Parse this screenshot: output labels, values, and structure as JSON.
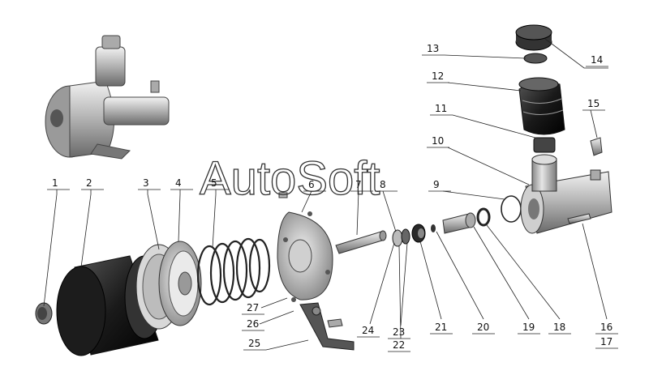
{
  "watermark": "AutoSoft",
  "callouts": [
    "1",
    "2",
    "3",
    "4",
    "5",
    "6",
    "7",
    "8",
    "9",
    "10",
    "11",
    "12",
    "13",
    "14",
    "15",
    "16",
    "17",
    "18",
    "19",
    "20",
    "21",
    "22",
    "23",
    "24",
    "25",
    "26",
    "27"
  ]
}
